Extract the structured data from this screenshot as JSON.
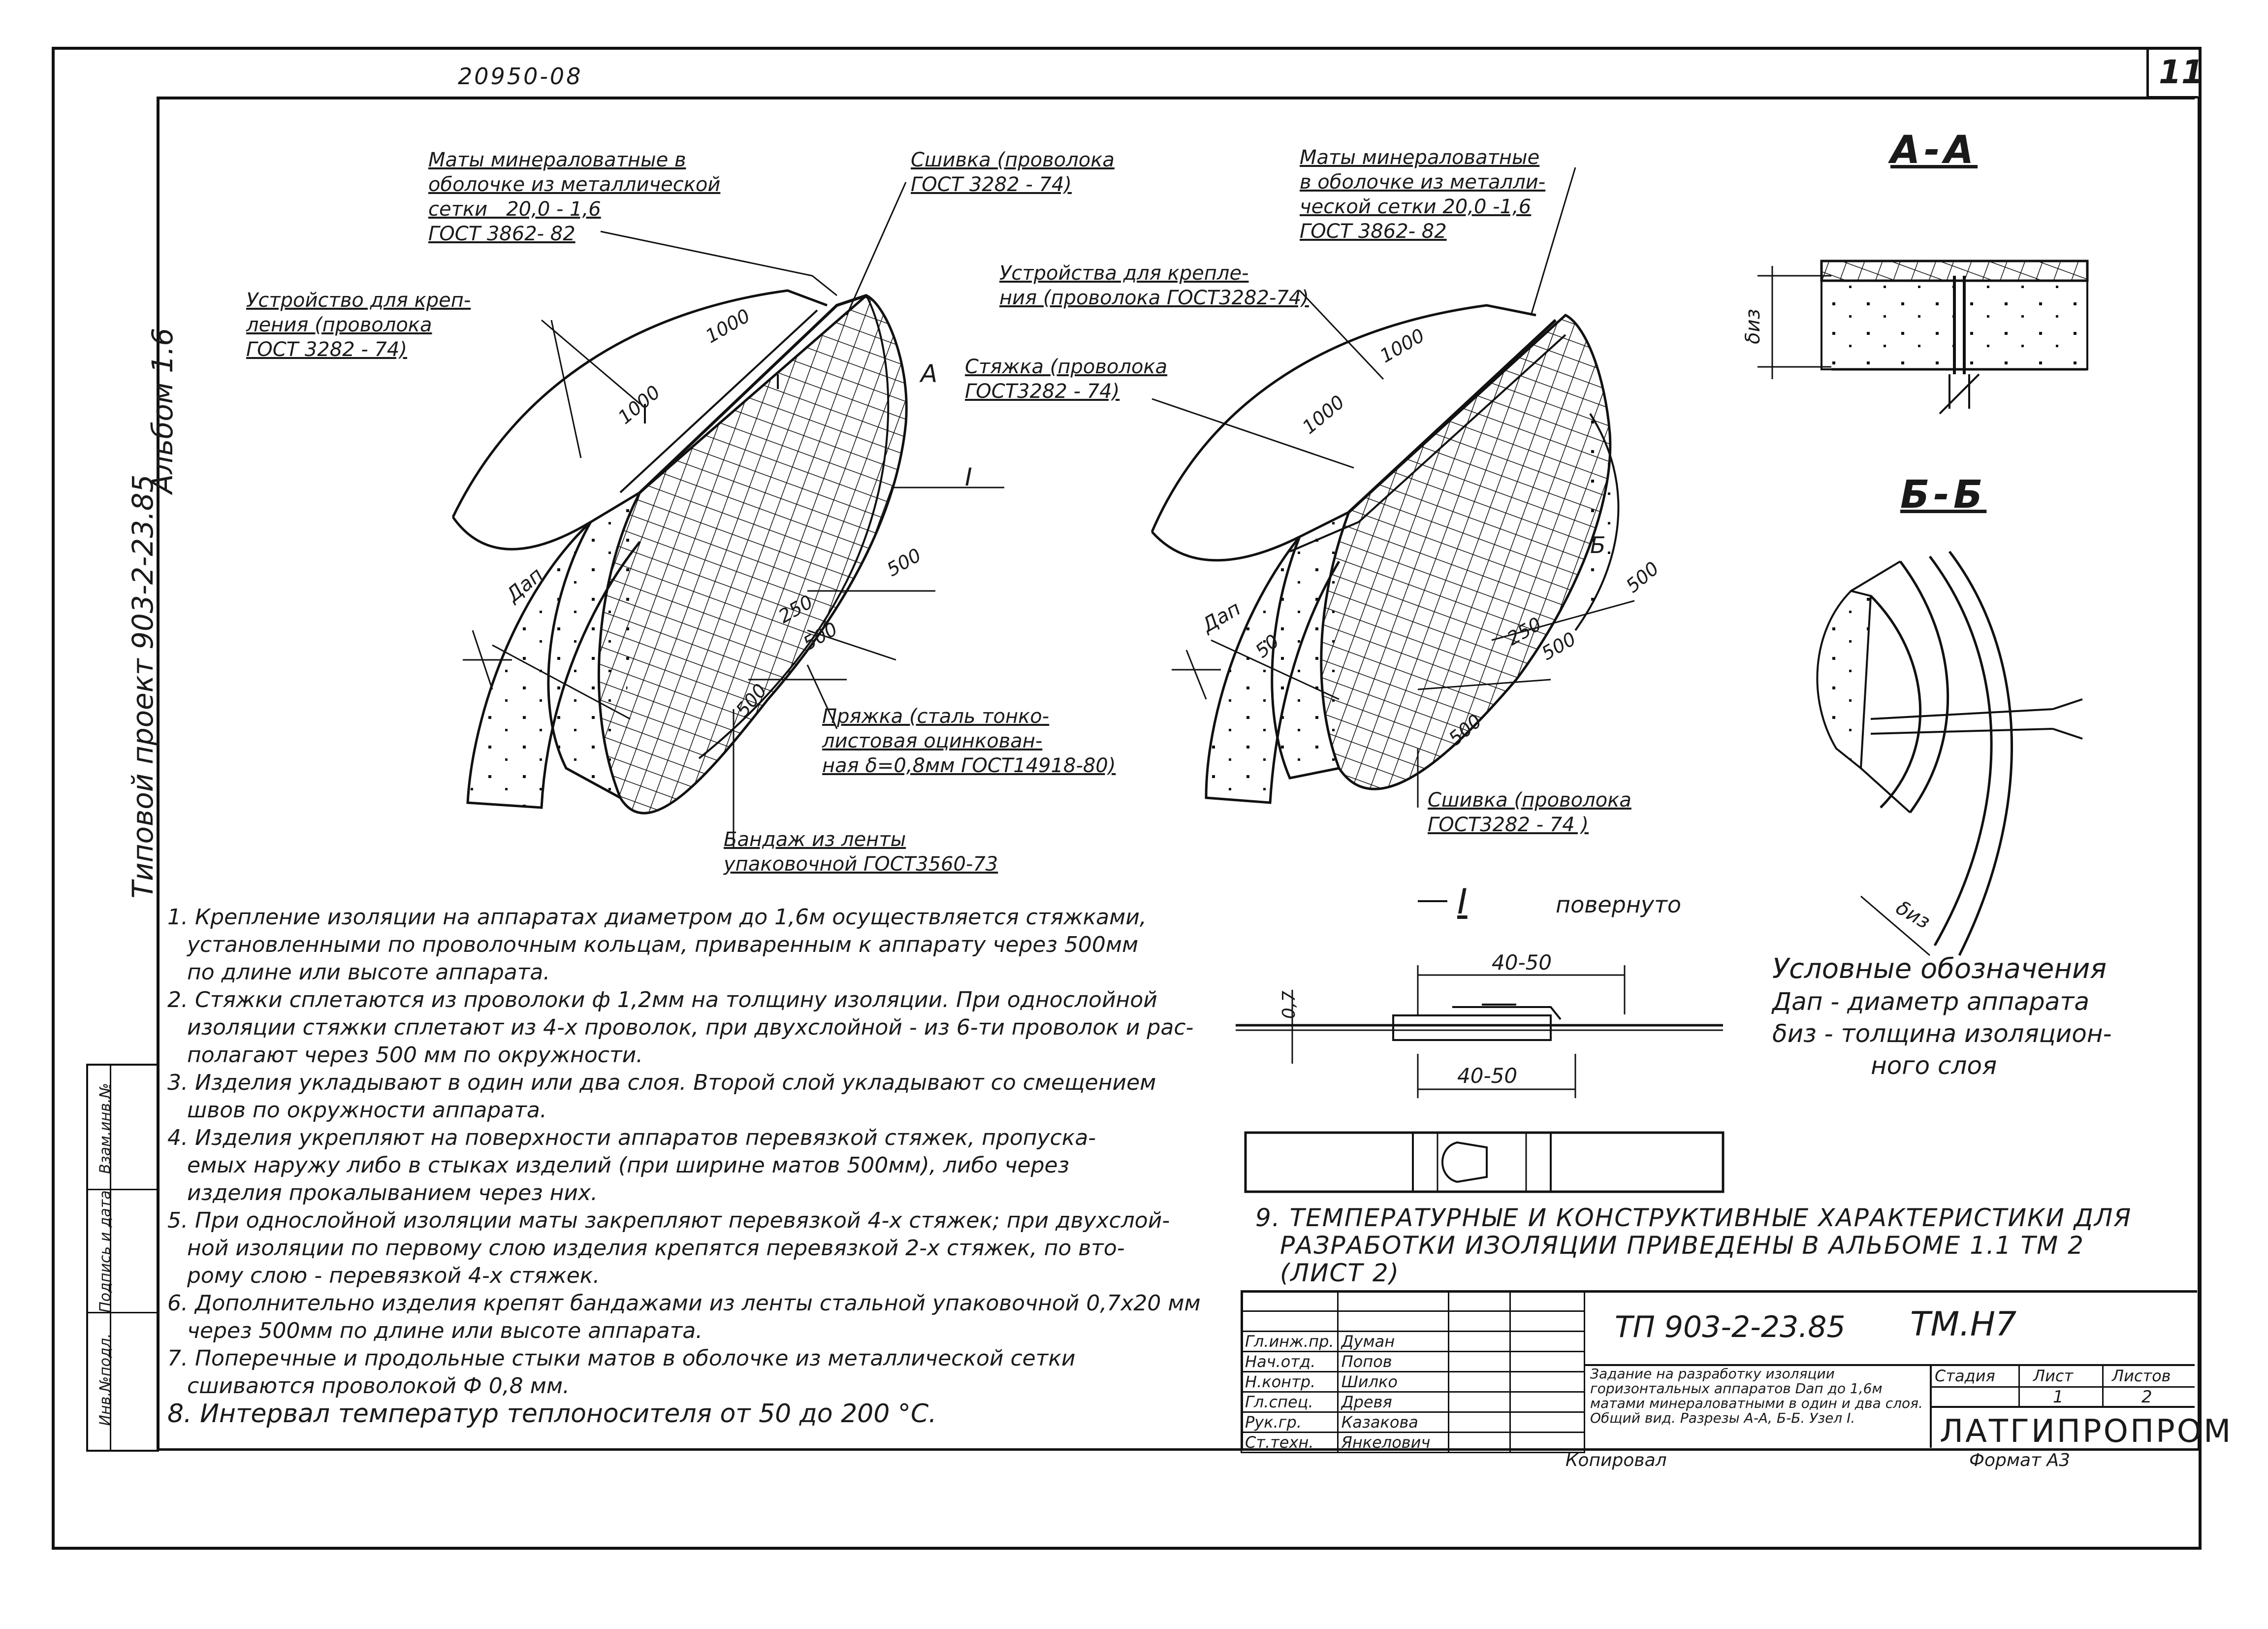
{
  "header": {
    "drawing_code": "20950-08",
    "sheet_number": "11"
  },
  "side_title": {
    "project": "Типовой проект 903-2-23.85",
    "album": "Альбом 1.6"
  },
  "binding_column": {
    "cells": [
      "Инв.№подл.",
      "Подпись и дата",
      "Взам.инв.№"
    ]
  },
  "left_figure": {
    "label_mats": "Маты минераловатные в\nоболочке из металлической\nсетки   20,0 - 1,6\nГОСТ 3862- 82",
    "label_stitch": "Сшивка (проволока\nГОСТ 3282 - 74)",
    "label_fastening": "Устройство для креп-\nления (проволока\nГОСТ 3282 - 74)",
    "label_buckle": "Пряжка (сталь тонко-\nлистовая оцинкован-\nная δ=0,8мм ГОСТ14918-80)",
    "label_band": "Бандаж из ленты\nупаковочной ГОСТ3560-73",
    "dim_1000a": "1000",
    "dim_1000b": "1000",
    "dim_500a": "500",
    "dim_250": "250",
    "dim_500b": "500",
    "dim_500c": "500",
    "dim_dap": "Дап",
    "mark_A": "А",
    "mark_I": "I"
  },
  "right_figure": {
    "label_mats": "Маты минераловатные\nв оболочке из металли-\nческой сетки 20,0 -1,6\nГОСТ 3862- 82",
    "label_fastening": "Устройства для крепле-\nния (проволока ГОСТ3282-74)",
    "label_tie": "Стяжка (проволока\nГОСТ3282 - 74)",
    "label_stitch": "Сшивка (проволока\nГОСТ3282 - 74 )",
    "dim_1000a": "1000",
    "dim_1000b": "1000",
    "dim_500a": "500",
    "dim_250": "250",
    "dim_500b": "500",
    "dim_500c": "500",
    "dim_50": "50",
    "dim_dap": "Дап",
    "mark_B": "Б"
  },
  "section_AA": {
    "title": "А-А",
    "dim": "δиз"
  },
  "section_BB": {
    "title": "Б-Б",
    "dim": "δиз"
  },
  "detail_I": {
    "title": "I",
    "subtitle": "повернуто",
    "dim_top": "40-50",
    "dim_bottom": "40-50",
    "dim_side": "0,7"
  },
  "legend": {
    "title": "Условные обозначения",
    "line1": "Дап - диаметр аппарата",
    "line2": "δиз - толщина изоляцион-",
    "line3": "ного слоя"
  },
  "notes": [
    "1. Крепление изоляции на аппаратах диаметром до 1,6м осуществляется стяжками,",
    "установленными по проволочным кольцам, приваренным к аппарату через 500мм",
    "по длине или высоте аппарата.",
    "2. Стяжки сплетаются из проволоки ф 1,2мм на толщину изоляции. При однослойной",
    "изоляции стяжки сплетают из 4-х проволок, при двухслойной - из 6-ти проволок и рас-",
    "полагают через 500 мм по окружности.",
    "3. Изделия укладывают в один или два слоя. Второй слой укладывают со смещением",
    "швов по окружности аппарата.",
    "4. Изделия укрепляют на поверхности аппаратов перевязкой стяжек, пропуска-",
    "емых наружу либо в стыках изделий (при ширине матов 500мм), либо через",
    "изделия прокалыванием через них.",
    "5. При однослойной изоляции маты закрепляют перевязкой 4-х стяжек; при двухслой-",
    "ной изоляции по первому слою изделия крепятся перевязкой 2-х стяжек, по вто-",
    "рому слою - перевязкой 4-х стяжек.",
    "6. Дополнительно изделия крепят бандажами из ленты стальной упаковочной 0,7х20 мм",
    "через 500мм по длине или высоте аппарата.",
    "7. Поперечные и продольные стыки матов в оболочке из металлической сетки",
    "сшиваются проволокой  Ф 0,8 мм.",
    "8. Интервал температур теплоносителя от 50 до 200 °С."
  ],
  "note9": [
    "9. ТЕМПЕРАТУРНЫЕ И КОНСТРУКТИВНЫЕ ХАРАКТЕРИСТИКИ ДЛЯ",
    "РАЗРАБОТКИ ИЗОЛЯЦИИ ПРИВЕДЕНЫ В АЛЬБОМЕ 1.1 ТМ 2",
    "(ЛИСТ 2)"
  ],
  "title_block": {
    "project_code": "ТП 903-2-23.85",
    "sheet_code": "ТМ.Н7",
    "roles": [
      "Гл.инж.пр.",
      "Нач.отд.",
      "Н.контр.",
      "Гл.спец.",
      "Рук.гр.",
      "Ст.техн."
    ],
    "names": [
      "Думан",
      "Попов",
      "Шилко",
      "Древя",
      "Казакова",
      "Янкелович"
    ],
    "description": "Задание на разработку изоляции горизонтальных аппаратов Dап до 1,6м матами минераловатными в один и два слоя. Общий вид. Разрезы А-А, Б-Б. Узел I.",
    "stage_label": "Стадия",
    "sheet_label": "Лист",
    "sheets_label": "Листов",
    "sheet_value": "1",
    "sheets_value": "2",
    "organization": "ЛАТГИПРОПРОМ",
    "copied": "Копировал",
    "format": "Формат А3"
  }
}
